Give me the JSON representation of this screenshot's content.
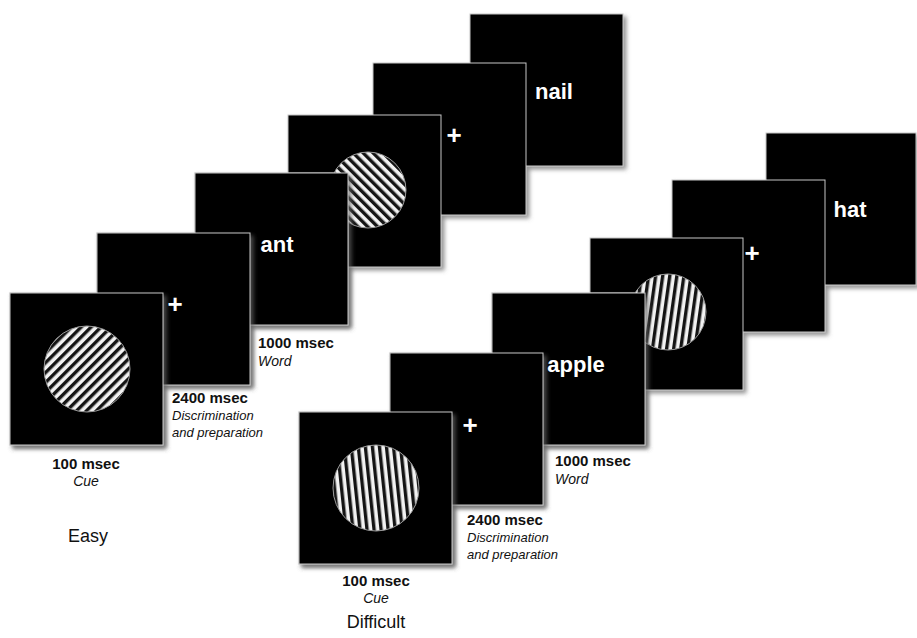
{
  "diagram": {
    "nodes": [
      {
        "text": [
          "+"
        ]
      },
      {
        "text": [
          "ant"
        ]
      },
      {
        "text": [
          "+"
        ]
      },
      {
        "text": [
          "nail"
        ]
      },
      {
        "text": [
          "+"
        ]
      },
      {
        "text": [
          "apple"
        ]
      },
      {
        "text": [
          "+"
        ]
      },
      {
        "text": [
          "hat"
        ]
      }
    ],
    "labels": [
      "100 msec",
      "Cue",
      "2400 msec",
      "Discrimination and preparation",
      "1000 msec",
      "Word",
      "Easy",
      "100 msec",
      "Cue",
      "2400 msec",
      "Discrimination and preparation",
      "1000 msec",
      "Word",
      "Difficult"
    ]
  }
}
